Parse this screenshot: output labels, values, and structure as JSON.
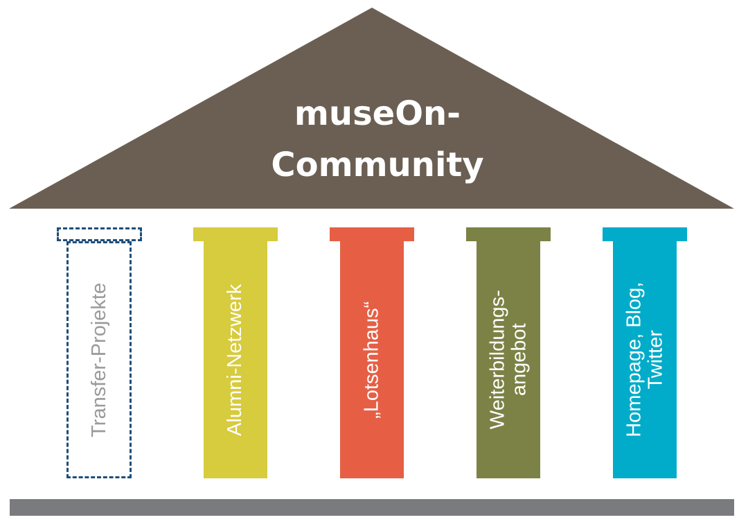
{
  "roof": {
    "title_line1": "museOn-",
    "title_line2": "Community",
    "color": "#6b5f53"
  },
  "pillars": [
    {
      "label": "Transfer-Projekte",
      "color": "none",
      "border_color": "#1f4e79",
      "style": "dashed",
      "text_color": "#9a9a9a"
    },
    {
      "label": "Alumni-Netzwerk",
      "color": "#d7cb3e",
      "style": "solid",
      "text_color": "#ffffff"
    },
    {
      "label": "„Lotsenhaus“",
      "color": "#e65f45",
      "style": "solid",
      "text_color": "#ffffff"
    },
    {
      "label": "Weiterbildungs-\nangebot",
      "color": "#7c8245",
      "style": "solid",
      "text_color": "#ffffff"
    },
    {
      "label": "Homepage, Blog,\nTwitter",
      "color": "#00acc9",
      "style": "solid",
      "text_color": "#ffffff"
    }
  ],
  "base": {
    "color": "#7a7b7e"
  }
}
